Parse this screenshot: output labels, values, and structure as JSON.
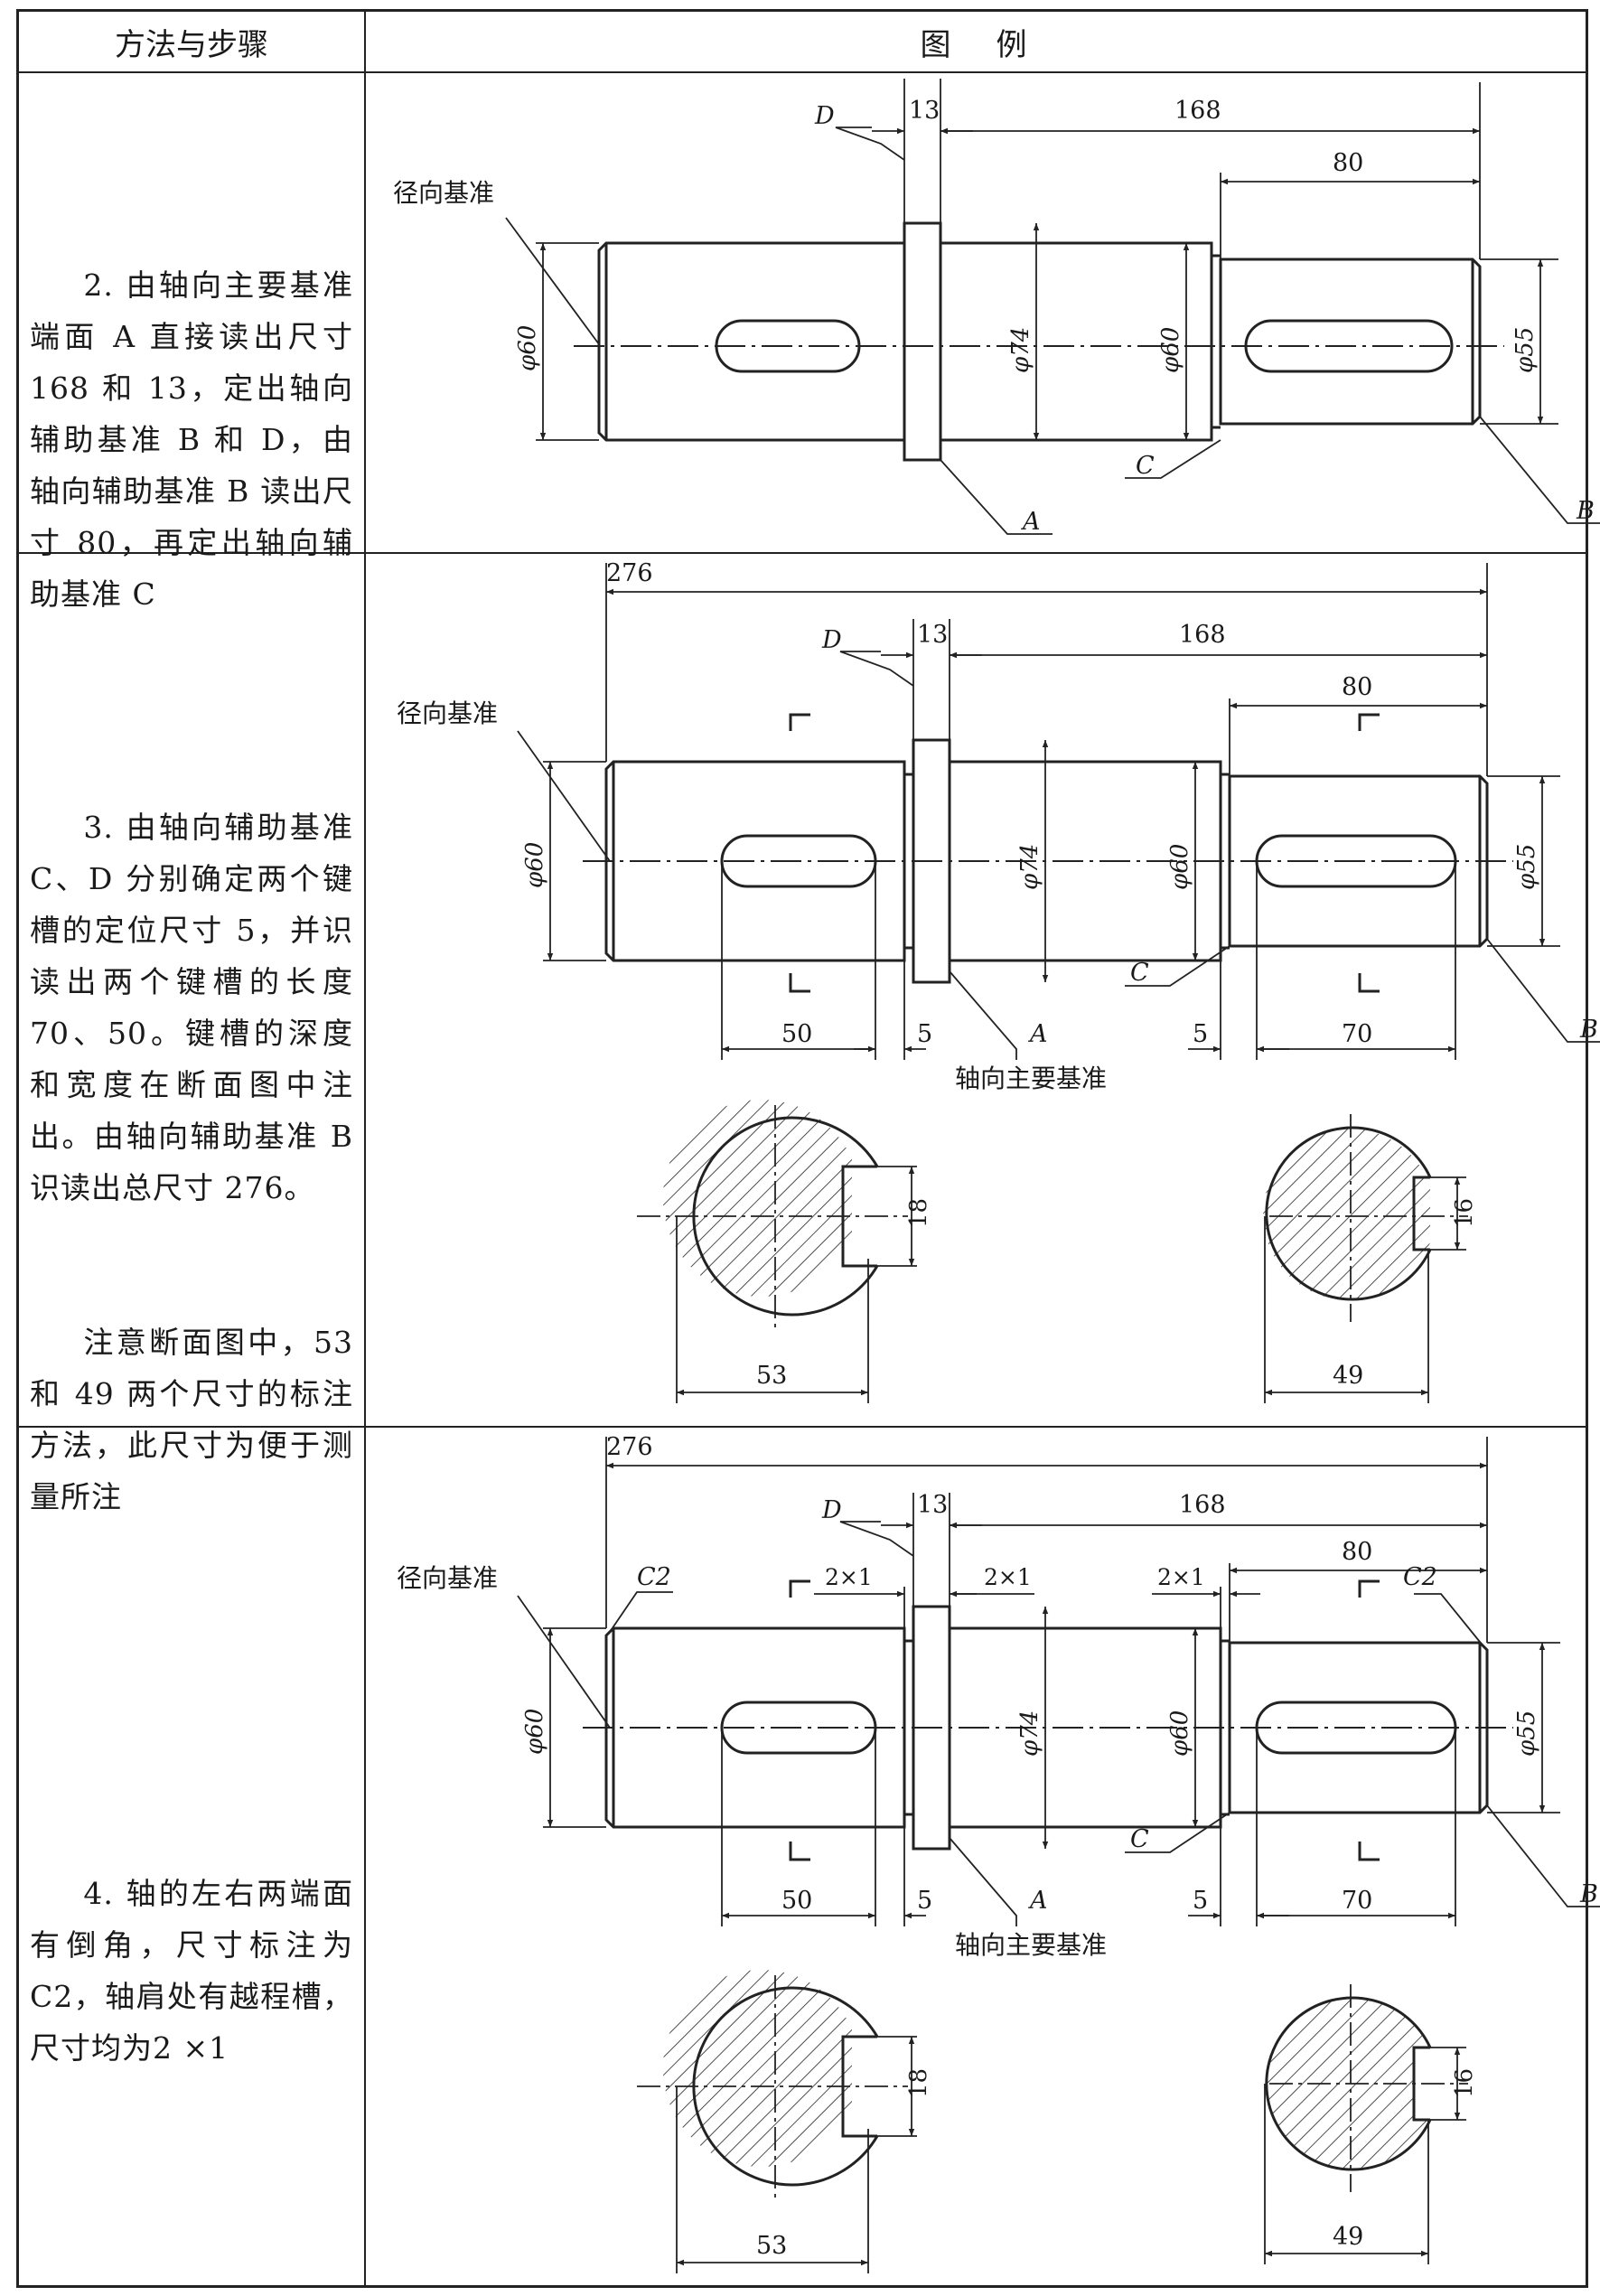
{
  "table": {
    "header": {
      "method": "方法与步骤",
      "figure": "图　例"
    },
    "rows": [
      {
        "step_text": [
          "2. 由轴向主要基准端面 A 直接读出尺寸 168 和 13，定出轴向辅助基准 B 和 D，由轴向辅助基准 B 读出尺寸 80，再定出轴向辅助基准 C"
        ],
        "figure": {
          "dims": {
            "d13": "13",
            "d168": "168",
            "d80": "80",
            "phi60a": "φ60",
            "phi74": "φ74",
            "phi60b": "φ60",
            "phi55": "φ55"
          },
          "labels": {
            "D": "D",
            "A": "A",
            "B": "B",
            "C": "C",
            "radial": "径向基准"
          }
        }
      },
      {
        "step_text": [
          "3. 由轴向辅助基准 C、D 分别确定两个键槽的定位尺寸 5，并识读出两个键槽的长度 70、50。键槽的深度和宽度在断面图中注出。由轴向辅助基准 B 识读出总尺寸 276。",
          "注意断面图中，53 和 49 两个尺寸的标注方法，此尺寸为便于测量所注"
        ],
        "figure": {
          "dims": {
            "d276": "276",
            "d13": "13",
            "d168": "168",
            "d80": "80",
            "phi60a": "φ60",
            "phi74": "φ74",
            "phi60b": "φ60",
            "phi55": "φ55",
            "d50": "50",
            "d5a": "5",
            "d5b": "5",
            "d70": "70",
            "s18": "18",
            "s53": "53",
            "s16": "16",
            "s49": "49"
          },
          "labels": {
            "D": "D",
            "A": "A",
            "B": "B",
            "C": "C",
            "radial": "径向基准",
            "axial": "轴向主要基准"
          }
        }
      },
      {
        "step_text": [
          "4. 轴的左右两端面有倒角，尺寸标注为 C2，轴肩处有越程槽，尺寸均为2 ×1"
        ],
        "figure": {
          "dims": {
            "d276": "276",
            "d13": "13",
            "d168": "168",
            "d80": "80",
            "phi60a": "φ60",
            "phi74": "φ74",
            "phi60b": "φ60",
            "phi55": "φ55",
            "d50": "50",
            "d5a": "5",
            "d5b": "5",
            "d70": "70",
            "g1": "2×1",
            "g2": "2×1",
            "g3": "2×1",
            "c2a": "C2",
            "c2b": "C2",
            "s18": "18",
            "s53": "53",
            "s16": "16",
            "s49": "49"
          },
          "labels": {
            "D": "D",
            "A": "A",
            "B": "B",
            "C": "C",
            "radial": "径向基准",
            "axial": "轴向主要基准"
          }
        }
      }
    ]
  }
}
